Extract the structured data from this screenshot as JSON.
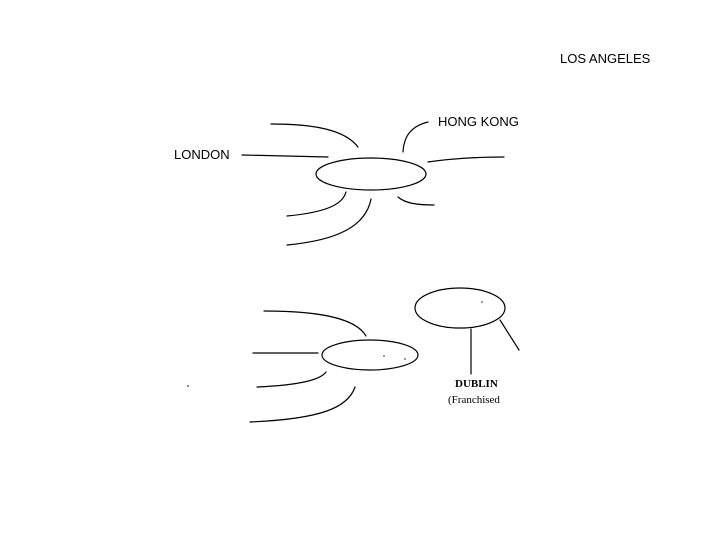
{
  "labels": {
    "los_angeles": "LOS ANGELES",
    "hong_kong": "HONG KONG",
    "london": "LONDON",
    "dublin": "DUBLIN",
    "franchised": "(Franchised"
  },
  "colors": {
    "stroke": "#000000",
    "background": "#ffffff"
  }
}
